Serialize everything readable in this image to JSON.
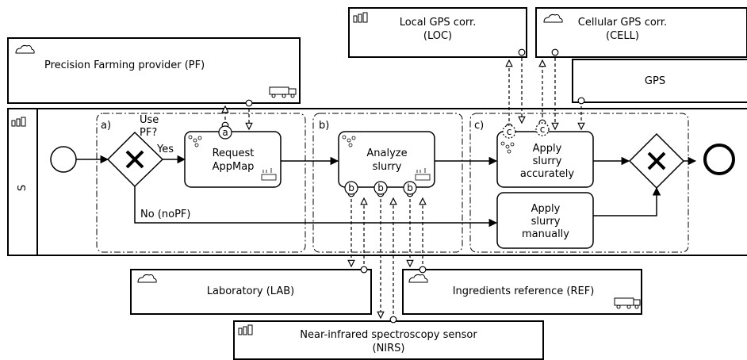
{
  "participants": {
    "pf": "Precision Farming provider (PF)",
    "loc": [
      "Local GPS corr.",
      "(LOC)"
    ],
    "cell": [
      "Cellular GPS corr.",
      "(CELL)"
    ],
    "gps": "GPS",
    "lab": "Laboratory (LAB)",
    "ref": "Ingredients reference (REF)",
    "nirs": [
      "Near-infrared spectroscopy sensor",
      "(NIRS)"
    ]
  },
  "pool": {
    "label": "S"
  },
  "groups": {
    "a": "a)",
    "b": "b)",
    "c": "c)"
  },
  "gateway": {
    "question": [
      "Use",
      "PF?"
    ],
    "yes": "Yes",
    "no": "No (noPF)"
  },
  "tasks": {
    "request": [
      "Request",
      "AppMap"
    ],
    "analyze": [
      "Analyze",
      "slurry"
    ],
    "accurate": [
      "Apply",
      "slurry",
      "accurately"
    ],
    "manual": [
      "Apply",
      "slurry",
      "manually"
    ]
  },
  "markers": {
    "a": "a",
    "b": "b",
    "c": "c"
  }
}
